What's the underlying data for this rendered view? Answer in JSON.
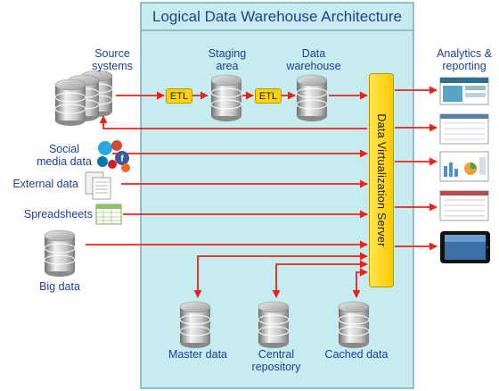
{
  "title": "Logical Data Warehouse Architecture",
  "labels": {
    "source_systems": [
      "Source",
      "systems"
    ],
    "staging_area": [
      "Staging",
      "area"
    ],
    "data_warehouse": [
      "Data",
      "warehouse"
    ],
    "analytics": [
      "Analytics &",
      "reporting"
    ],
    "social_media": [
      "Social",
      "media data"
    ],
    "external_data": "External data",
    "spreadsheets": "Spreadsheets",
    "big_data": "Big data",
    "master_data": "Master data",
    "central_repository": [
      "Central",
      "repository"
    ],
    "cached_data": "Cached data"
  },
  "etl_label": "ETL",
  "server_label": "Data Virtualization Server",
  "colors": {
    "panel": "#c7ecef",
    "panel_border": "#5b9aa0",
    "arrow": "#e8231b",
    "label_text": "#1f3f8f",
    "etl_fill": "#ffd400",
    "server_fill": "#ffcc00"
  },
  "icons": [
    "database-icon",
    "twitter-icon",
    "google-plus-icon",
    "facebook-icon",
    "linkedin-icon",
    "pinterest-icon",
    "rss-icon",
    "document-icon",
    "spreadsheet-icon",
    "report-screenshot-icon",
    "tablet-icon"
  ]
}
